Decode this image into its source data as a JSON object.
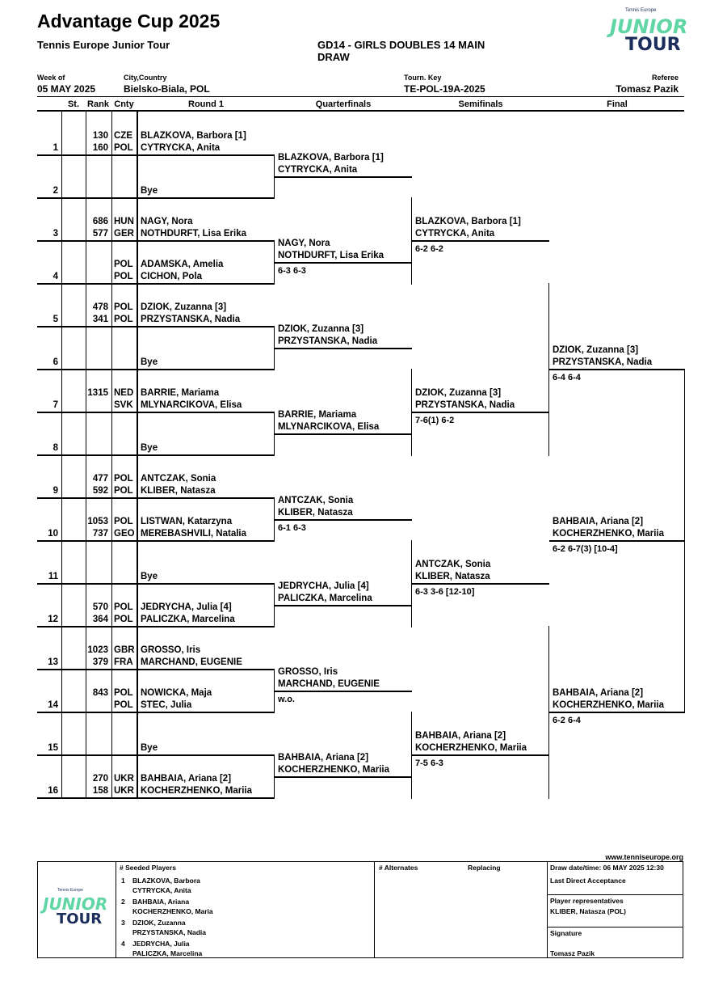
{
  "header": {
    "title": "Advantage Cup 2025",
    "tour": "Tennis Europe Junior Tour",
    "event_line1": "GD14 - GIRLS DOUBLES 14 MAIN",
    "event_line2": "DRAW",
    "week_label": "Week of",
    "week_value": "05 MAY 2025",
    "city_label": "City,Country",
    "city_value": "Bielsko-Biala, POL",
    "key_label": "Tourn. Key",
    "key_value": "TE-POL-19A-2025",
    "ref_label": "Referee",
    "ref_value": "Tomasz Pazik"
  },
  "logo": {
    "small": "Tennis Europe",
    "junior": "JUNIOR",
    "tour": "TOUR"
  },
  "columns": {
    "st": "St.",
    "rank": "Rank",
    "cnty": "Cnty",
    "r1": "Round 1",
    "qf": "Quarterfinals",
    "sf": "Semifinals",
    "final": "Final"
  },
  "draw": [
    {
      "pos": "1",
      "r1": "130",
      "c1": "CZE",
      "p1": "BLAZKOVA, Barbora [1]",
      "r2": "160",
      "c2": "POL",
      "p2": "CYTRYCKA, Anita"
    },
    {
      "pos": "2",
      "bye": "Bye"
    },
    {
      "pos": "3",
      "r1": "686",
      "c1": "HUN",
      "p1": "NAGY, Nora",
      "r2": "577",
      "c2": "GER",
      "p2": "NOTHDURFT, Lisa Erika"
    },
    {
      "pos": "4",
      "r1": "",
      "c1": "POL",
      "p1": "ADAMSKA, Amelia",
      "r2": "",
      "c2": "POL",
      "p2": "CICHON, Pola"
    },
    {
      "pos": "5",
      "r1": "478",
      "c1": "POL",
      "p1": "DZIOK, Zuzanna [3]",
      "r2": "341",
      "c2": "POL",
      "p2": "PRZYSTANSKA, Nadia"
    },
    {
      "pos": "6",
      "bye": "Bye"
    },
    {
      "pos": "7",
      "r1": "1315",
      "c1": "NED",
      "p1": "BARRIE, Mariama",
      "r2": "",
      "c2": "SVK",
      "p2": "MLYNARCIKOVA, Elisa"
    },
    {
      "pos": "8",
      "bye": "Bye"
    },
    {
      "pos": "9",
      "r1": "477",
      "c1": "POL",
      "p1": "ANTCZAK, Sonia",
      "r2": "592",
      "c2": "POL",
      "p2": "KLIBER, Natasza"
    },
    {
      "pos": "10",
      "r1": "1053",
      "c1": "POL",
      "p1": "LISTWAN, Katarzyna",
      "r2": "737",
      "c2": "GEO",
      "p2": "MEREBASHVILI, Natalia"
    },
    {
      "pos": "11",
      "bye": "Bye"
    },
    {
      "pos": "12",
      "r1": "570",
      "c1": "POL",
      "p1": "JEDRYCHA, Julia [4]",
      "r2": "364",
      "c2": "POL",
      "p2": "PALICZKA, Marcelina"
    },
    {
      "pos": "13",
      "r1": "1023",
      "c1": "GBR",
      "p1": "GROSSO, Iris",
      "r2": "379",
      "c2": "FRA",
      "p2": "MARCHAND, EUGENIE"
    },
    {
      "pos": "14",
      "r1": "843",
      "c1": "POL",
      "p1": "NOWICKA, Maja",
      "r2": "",
      "c2": "POL",
      "p2": "STEC, Julia"
    },
    {
      "pos": "15",
      "bye": "Bye"
    },
    {
      "pos": "16",
      "r1": "270",
      "c1": "UKR",
      "p1": "BAHBAIA, Ariana [2]",
      "r2": "158",
      "c2": "UKR",
      "p2": "KOCHERZHENKO, Mariia"
    }
  ],
  "qf": [
    {
      "p1": "BLAZKOVA, Barbora [1]",
      "p2": "CYTRYCKA, Anita",
      "score": ""
    },
    {
      "p1": "NAGY, Nora",
      "p2": "NOTHDURFT, Lisa Erika",
      "score": "6-3 6-3"
    },
    {
      "p1": "DZIOK, Zuzanna [3]",
      "p2": "PRZYSTANSKA, Nadia",
      "score": ""
    },
    {
      "p1": "BARRIE, Mariama",
      "p2": "MLYNARCIKOVA, Elisa",
      "score": ""
    },
    {
      "p1": "ANTCZAK, Sonia",
      "p2": "KLIBER, Natasza",
      "score": "6-1 6-3"
    },
    {
      "p1": "JEDRYCHA, Julia [4]",
      "p2": "PALICZKA, Marcelina",
      "score": ""
    },
    {
      "p1": "GROSSO, Iris",
      "p2": "MARCHAND, EUGENIE",
      "score": "w.o."
    },
    {
      "p1": "BAHBAIA, Ariana [2]",
      "p2": "KOCHERZHENKO, Mariia",
      "score": ""
    }
  ],
  "sf": [
    {
      "p1": "BLAZKOVA, Barbora [1]",
      "p2": "CYTRYCKA, Anita",
      "score": "6-2 6-2"
    },
    {
      "p1": "DZIOK, Zuzanna [3]",
      "p2": "PRZYSTANSKA, Nadia",
      "score": "7-6(1) 6-2"
    },
    {
      "p1": "ANTCZAK, Sonia",
      "p2": "KLIBER, Natasza",
      "score": "6-3 3-6 [12-10]"
    },
    {
      "p1": "BAHBAIA, Ariana [2]",
      "p2": "KOCHERZHENKO, Mariia",
      "score": "7-5 6-3"
    }
  ],
  "final": [
    {
      "p1": "DZIOK, Zuzanna [3]",
      "p2": "PRZYSTANSKA, Nadia",
      "score": "6-4 6-4"
    },
    {
      "p1": "BAHBAIA, Ariana [2]",
      "p2": "KOCHERZHENKO, Mariia",
      "score": "6-2 6-4"
    }
  ],
  "winner": {
    "p1": "BAHBAIA, Ariana [2]",
    "p2": "KOCHERZHENKO, Mariia",
    "score": "6-2 6-7(3) [10-4]"
  },
  "footer": {
    "website": "www.tenniseurope.org",
    "seeded_title": "#   Seeded Players",
    "seeds": [
      {
        "n": "1",
        "p1": "BLAZKOVA, Barbora",
        "p2": "CYTRYCKA, Anita"
      },
      {
        "n": "2",
        "p1": "BAHBAIA, Ariana",
        "p2": "KOCHERZHENKO, Maria"
      },
      {
        "n": "3",
        "p1": "DZIOK, Zuzanna",
        "p2": "PRZYSTANSKA, Nadia"
      },
      {
        "n": "4",
        "p1": "JEDRYCHA, Julia",
        "p2": "PALICZKA, Marcelina"
      }
    ],
    "alternates": "#  Alternates",
    "replacing": "Replacing",
    "draw_date": "Draw date/time:  06 MAY 2025 12:30",
    "lda": "Last Direct Acceptance",
    "reps_label": "Player representatives",
    "reps_value": "KLIBER, Natasza (POL)",
    "signature": "Signature",
    "signer": "Tomasz Pazik"
  }
}
